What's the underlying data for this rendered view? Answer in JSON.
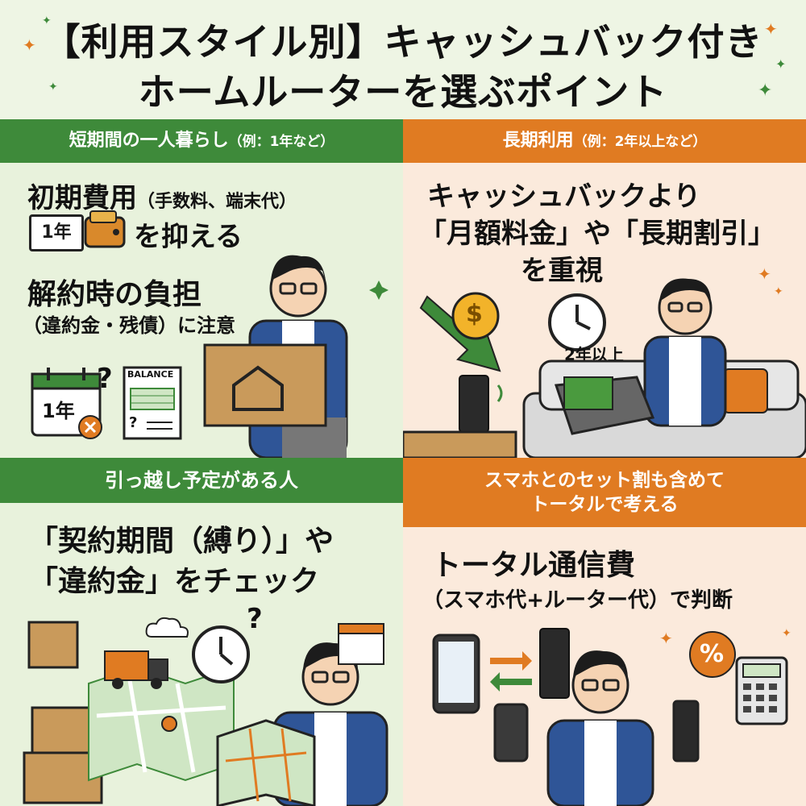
{
  "title": {
    "line1": "【利用スタイル別】キャッシュバック付き",
    "line2": "ホームルーターを選ぶポイント"
  },
  "panels": {
    "short_term": {
      "heading": "短期間の一人暮らし",
      "heading_sub": "（例：1年など）",
      "point1_main": "初期費用",
      "point1_sub": "（手数料、端末代）",
      "point1_badge": "1年",
      "point1_tail": "を抑える",
      "point2_main": "解約時の負担",
      "point2_sub": "（違約金・残債）に注意",
      "calendar_label": "1年",
      "question_mark": "?",
      "doc_title": "BALANCE",
      "doc_question": "?"
    },
    "long_term": {
      "heading": "長期利用",
      "heading_sub": "（例：2年以上など）",
      "line1": "キャッシュバックより",
      "line2": "「月額料金」や「長期割引」",
      "line3": "を重視",
      "clock_label": "2年以上",
      "coin_symbol": "$"
    },
    "moving": {
      "heading": "引っ越し予定がある人",
      "line1": "「契約期間（縛り）」や",
      "line2": "「違約金」をチェック",
      "question_mark": "?"
    },
    "bundle": {
      "heading_line1": "スマホとのセット割も含めて",
      "heading_line2": "トータルで考える",
      "line1": "トータル通信費",
      "line2": "（スマホ代+ルーター代）で判断",
      "percent_symbol": "%"
    }
  },
  "colors": {
    "green": "#3e8a3a",
    "orange": "#e07b22",
    "jacket": "#2f5597"
  }
}
